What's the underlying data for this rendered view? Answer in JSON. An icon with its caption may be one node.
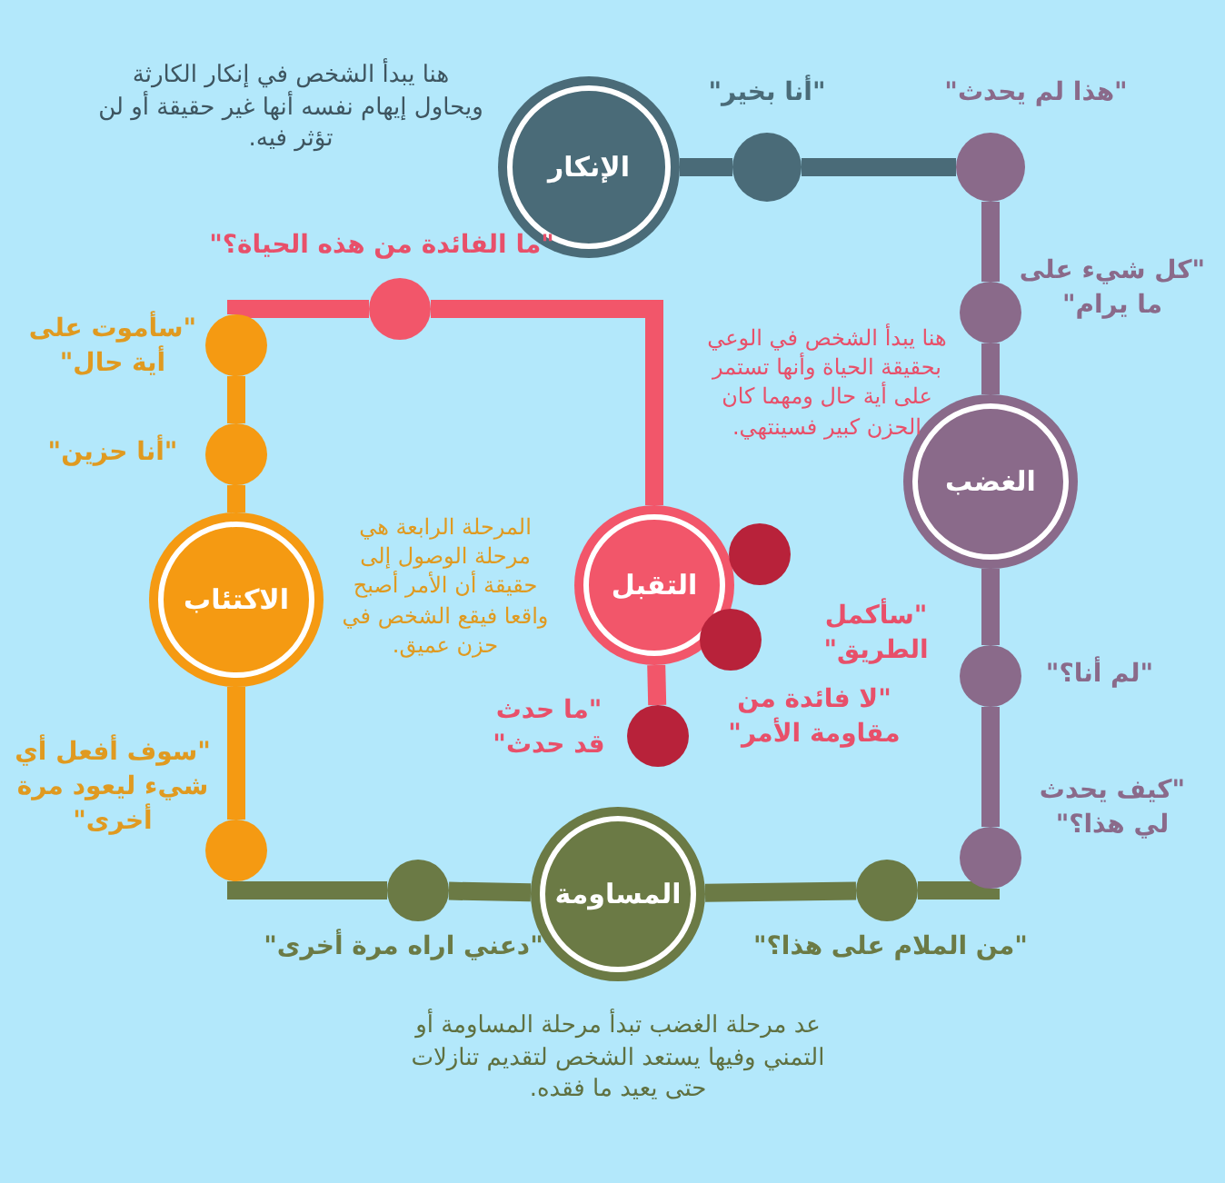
{
  "diagram": {
    "nodes": [
      {
        "text": [
          "الإنكار"
        ],
        "beside": [
          "هنا يبدأ الشخص في إنكار الكارثة ويحاول إيهام نفسه أنها غير حقيقة أو لن تؤثر فيه."
        ]
      },
      {
        "text": [],
        "shape": "circle",
        "beside": [
          "\"أنا بخير\""
        ]
      },
      {
        "text": [],
        "shape": "circle",
        "beside": [
          "\"هذا لم يحدث\""
        ]
      },
      {
        "text": [],
        "shape": "circle",
        "beside": [
          "\"كل شيء على ما يرام\""
        ]
      },
      {
        "text": [
          "الغضب"
        ]
      },
      {
        "text": [],
        "shape": "circle",
        "beside": [
          "\"لم أنا؟\""
        ]
      },
      {
        "text": [],
        "shape": "circle",
        "beside": [
          "\"كيف يحدث لي هذا؟\""
        ]
      },
      {
        "text": [],
        "shape": "circle",
        "beside": [
          "\"من الملام على هذا؟\""
        ]
      },
      {
        "text": [
          "المساومة"
        ],
        "beside": [
          "عد مرحلة الغضب تبدأ مرحلة المساومة أو التمني وفيها يستعد الشخص لتقديم تنازلات حتى يعيد ما فقده."
        ]
      },
      {
        "text": [],
        "shape": "circle",
        "beside": [
          "\"دعني اراه مرة أخرى\""
        ]
      },
      {
        "text": [],
        "shape": "circle",
        "beside": [
          "\"سوف أفعل أي شيء ليعود مرة أخرى\""
        ]
      },
      {
        "text": [
          "الاكتئاب"
        ],
        "beside": [
          "المرحلة الرابعة هي مرحلة الوصول إلى حقيقة أن الأمر أصبح واقعا فيقع الشخص في حزن عميق."
        ]
      },
      {
        "text": [],
        "shape": "circle",
        "beside": [
          "\"أنا حزين\""
        ]
      },
      {
        "text": [],
        "shape": "circle",
        "beside": [
          "\"سأموت على أية حال\""
        ]
      },
      {
        "text": [],
        "shape": "circle"
      },
      {
        "text": [
          "التقبل"
        ]
      },
      {
        "text": [],
        "shape": "circle",
        "beside": [
          "\"سأكمل الطريق\""
        ]
      },
      {
        "text": [],
        "shape": "circle",
        "beside": [
          "\"لا فائدة من مقاومة الأمر\""
        ]
      },
      {
        "text": [],
        "shape": "circle",
        "beside": [
          "\"ما حدث قد حدث\""
        ]
      }
    ],
    "edges": [
      {
        "from": 0,
        "to": 1,
        "arrow": "none",
        "color": "#4a6b78"
      },
      {
        "from": 1,
        "to": 2,
        "arrow": "none",
        "color": "#4a6b78"
      },
      {
        "from": 2,
        "to": 3,
        "arrow": "none",
        "color": "#8a6a8a"
      },
      {
        "from": 3,
        "to": 4,
        "arrow": "none",
        "color": "#8a6a8a"
      },
      {
        "from": 4,
        "to": 5,
        "arrow": "none",
        "color": "#8a6a8a"
      },
      {
        "from": 5,
        "to": 6,
        "arrow": "none",
        "color": "#8a6a8a"
      },
      {
        "from": 6,
        "to": 7,
        "arrow": "none",
        "color": "#6b7a45"
      },
      {
        "from": 7,
        "to": 8,
        "arrow": "none",
        "color": "#6b7a45"
      },
      {
        "from": 8,
        "to": 9,
        "arrow": "none",
        "color": "#6b7a45"
      },
      {
        "from": 9,
        "to": 10,
        "arrow": "none",
        "color": "#6b7a45"
      },
      {
        "from": 10,
        "to": 11,
        "arrow": "none",
        "color": "#f59a12"
      },
      {
        "from": 11,
        "to": 12,
        "arrow": "none",
        "color": "#f59a12"
      },
      {
        "from": 12,
        "to": 13,
        "arrow": "none",
        "color": "#f59a12"
      },
      {
        "from": 13,
        "to": 14,
        "arrow": "none",
        "color": "#f2566a"
      },
      {
        "from": 14,
        "to": 15,
        "arrow": "none",
        "color": "#f2566a"
      },
      {
        "from": 15,
        "to": 18,
        "arrow": "none",
        "color": "#f2566a"
      }
    ],
    "labels": [
      "\"ما الفائدة من هذه الحياة؟\"",
      "هنا يبدأ الشخص في الوعي بحقيقة الحياة وأنها تستمر على أية حال ومهما كان الحزن كبير فسينتهي."
    ]
  }
}
